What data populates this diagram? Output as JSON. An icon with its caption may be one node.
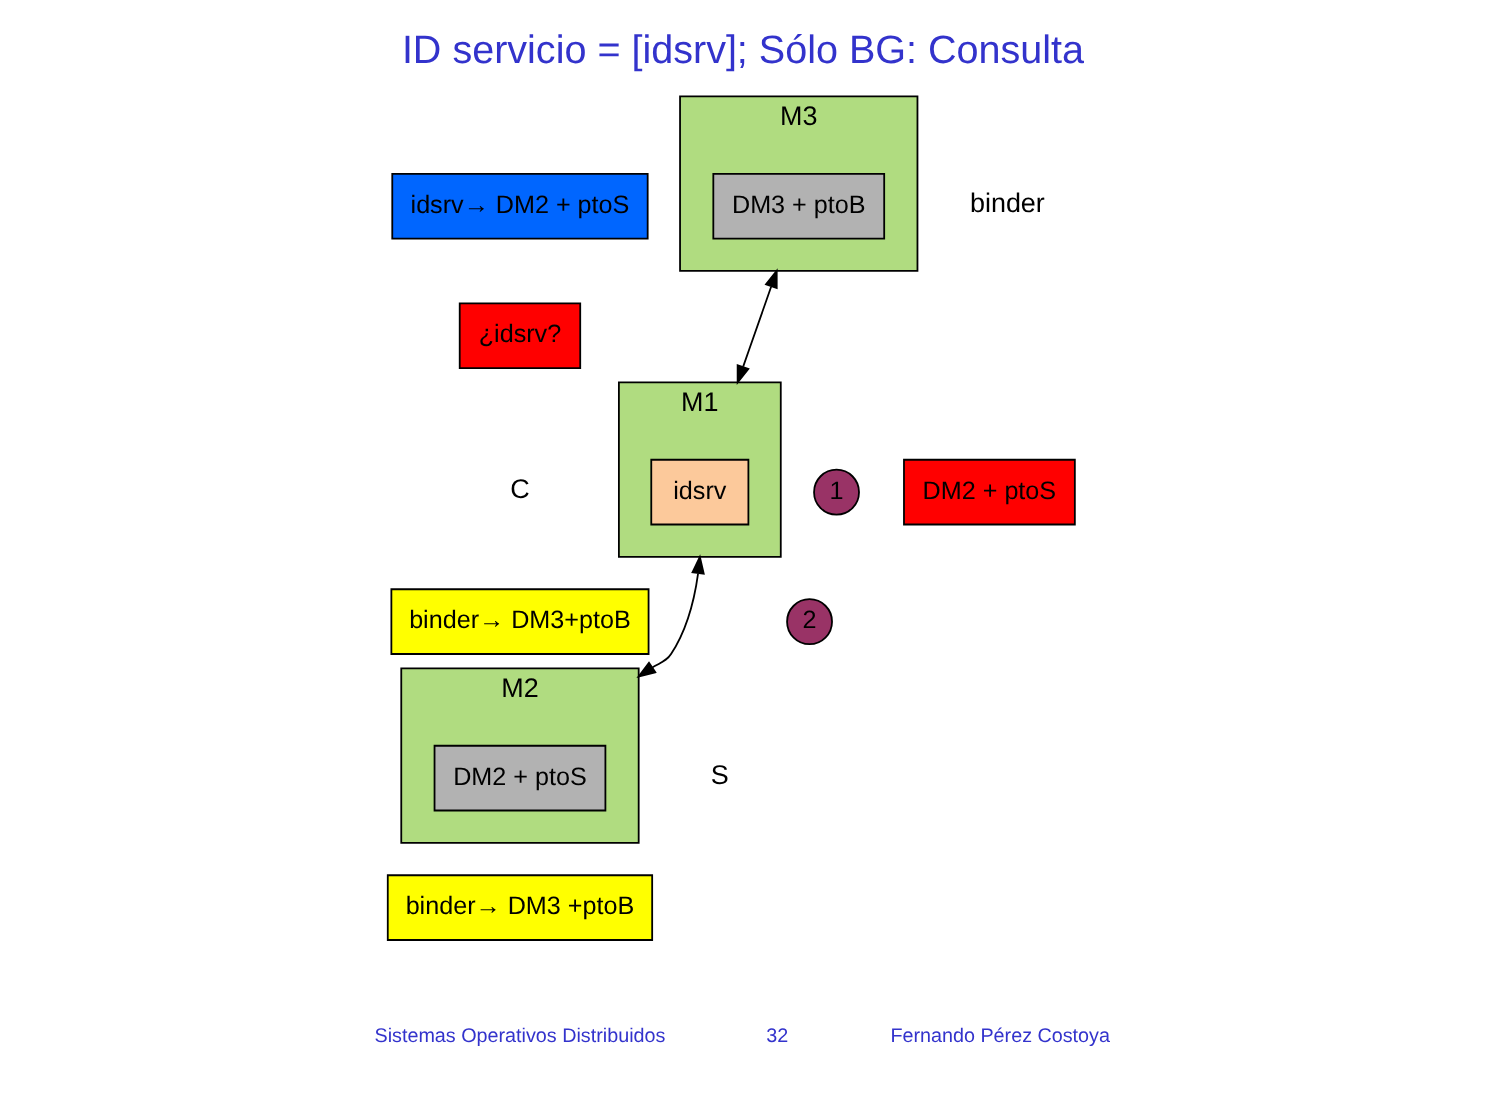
{
  "diagram": {
    "title": "ID servicio = [idsrv]; Sólo BG: Consulta",
    "nodes": [
      {
        "text": [
          "M1"
        ]
      },
      {
        "text": [
          "idsrv"
        ],
        "in": 0
      },
      {
        "text": [
          "M3"
        ]
      },
      {
        "text": [
          "DM3 + ptoB"
        ],
        "in": 2
      },
      {
        "text": [
          "M2"
        ]
      },
      {
        "text": [
          "DM2 + ptoS"
        ],
        "in": 4
      },
      {
        "text": [
          "idsrv→ DM2 + ptoS"
        ]
      },
      {
        "text": [
          "¿idsrv?"
        ]
      },
      {
        "text": [
          "1"
        ]
      },
      {
        "text": [
          "DM2 + ptoS"
        ]
      },
      {
        "text": [
          "binder→ DM3+ptoB"
        ]
      },
      {
        "text": [
          "2"
        ]
      },
      {
        "text": [
          "binder→ DM3 +ptoB"
        ]
      }
    ],
    "edges": [
      {
        "from": 0,
        "to": 2,
        "arrow": "both"
      },
      {
        "from": 0,
        "to": 4,
        "arrow": "both"
      }
    ],
    "labels": [
      "binder",
      "C",
      "S",
      "Sistemas Operativos Distribuidos",
      "Fernando Pérez Costoya",
      "32"
    ]
  }
}
